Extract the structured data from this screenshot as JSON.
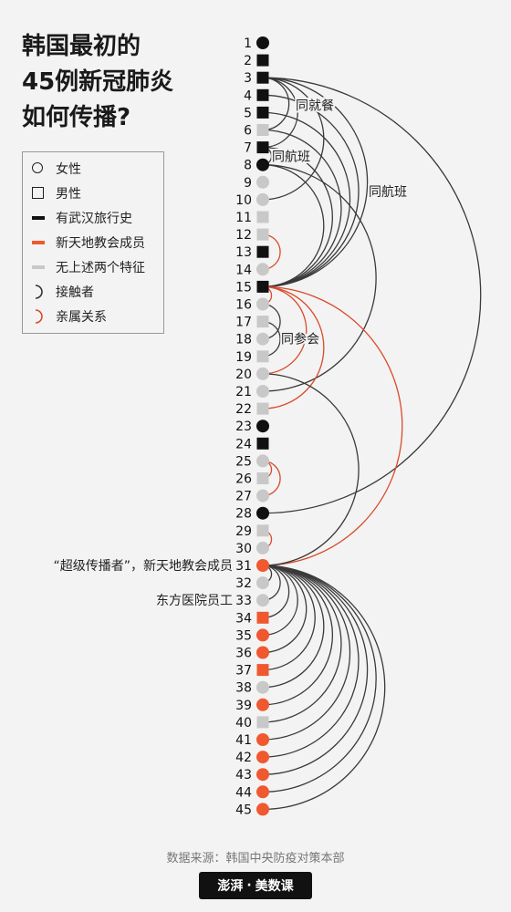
{
  "title": {
    "line1": "韩国最初的",
    "line2": "45例新冠肺炎",
    "line3": "如何传播?"
  },
  "legend": [
    {
      "symbol": "circle-outline",
      "label": "女性"
    },
    {
      "symbol": "square-outline",
      "label": "男性"
    },
    {
      "symbol": "bar",
      "color": "#111111",
      "label": "有武汉旅行史"
    },
    {
      "symbol": "bar",
      "color": "#f0582f",
      "label": "新天地教会成员"
    },
    {
      "symbol": "bar",
      "color": "#c8c8c8",
      "label": "无上述两个特征"
    },
    {
      "symbol": "arc",
      "color": "#333333",
      "label": "接触者"
    },
    {
      "symbol": "arc",
      "color": "#d94a2b",
      "label": "亲属关系"
    }
  ],
  "colors": {
    "wuhan": "#111111",
    "church": "#f0582f",
    "none": "#c8c8c8",
    "contact": "#3a3a3a",
    "family": "#d94a2b",
    "background": "#f3f3f3"
  },
  "chart_data": {
    "type": "arc-diagram",
    "cases": [
      {
        "n": 1,
        "sex": "F",
        "group": "wuhan"
      },
      {
        "n": 2,
        "sex": "M",
        "group": "wuhan"
      },
      {
        "n": 3,
        "sex": "M",
        "group": "wuhan"
      },
      {
        "n": 4,
        "sex": "M",
        "group": "wuhan"
      },
      {
        "n": 5,
        "sex": "M",
        "group": "wuhan"
      },
      {
        "n": 6,
        "sex": "M",
        "group": "none"
      },
      {
        "n": 7,
        "sex": "M",
        "group": "wuhan"
      },
      {
        "n": 8,
        "sex": "F",
        "group": "wuhan"
      },
      {
        "n": 9,
        "sex": "F",
        "group": "none"
      },
      {
        "n": 10,
        "sex": "F",
        "group": "none"
      },
      {
        "n": 11,
        "sex": "M",
        "group": "none"
      },
      {
        "n": 12,
        "sex": "M",
        "group": "none"
      },
      {
        "n": 13,
        "sex": "M",
        "group": "wuhan"
      },
      {
        "n": 14,
        "sex": "F",
        "group": "none"
      },
      {
        "n": 15,
        "sex": "M",
        "group": "wuhan"
      },
      {
        "n": 16,
        "sex": "F",
        "group": "none"
      },
      {
        "n": 17,
        "sex": "M",
        "group": "none"
      },
      {
        "n": 18,
        "sex": "F",
        "group": "none"
      },
      {
        "n": 19,
        "sex": "M",
        "group": "none"
      },
      {
        "n": 20,
        "sex": "F",
        "group": "none"
      },
      {
        "n": 21,
        "sex": "F",
        "group": "none"
      },
      {
        "n": 22,
        "sex": "M",
        "group": "none"
      },
      {
        "n": 23,
        "sex": "F",
        "group": "wuhan"
      },
      {
        "n": 24,
        "sex": "M",
        "group": "wuhan"
      },
      {
        "n": 25,
        "sex": "F",
        "group": "none"
      },
      {
        "n": 26,
        "sex": "M",
        "group": "none"
      },
      {
        "n": 27,
        "sex": "F",
        "group": "none"
      },
      {
        "n": 28,
        "sex": "F",
        "group": "wuhan"
      },
      {
        "n": 29,
        "sex": "M",
        "group": "none"
      },
      {
        "n": 30,
        "sex": "F",
        "group": "none"
      },
      {
        "n": 31,
        "sex": "F",
        "group": "church"
      },
      {
        "n": 32,
        "sex": "F",
        "group": "none"
      },
      {
        "n": 33,
        "sex": "F",
        "group": "none"
      },
      {
        "n": 34,
        "sex": "M",
        "group": "church"
      },
      {
        "n": 35,
        "sex": "F",
        "group": "church"
      },
      {
        "n": 36,
        "sex": "F",
        "group": "church"
      },
      {
        "n": 37,
        "sex": "M",
        "group": "church"
      },
      {
        "n": 38,
        "sex": "F",
        "group": "none"
      },
      {
        "n": 39,
        "sex": "F",
        "group": "church"
      },
      {
        "n": 40,
        "sex": "M",
        "group": "none"
      },
      {
        "n": 41,
        "sex": "F",
        "group": "church"
      },
      {
        "n": 42,
        "sex": "F",
        "group": "church"
      },
      {
        "n": 43,
        "sex": "F",
        "group": "church"
      },
      {
        "n": 44,
        "sex": "F",
        "group": "church"
      },
      {
        "n": 45,
        "sex": "F",
        "group": "church"
      }
    ],
    "links": [
      {
        "from": 3,
        "to": 6,
        "kind": "contact"
      },
      {
        "from": 3,
        "to": 7,
        "kind": "contact"
      },
      {
        "from": 3,
        "to": 10,
        "kind": "contact"
      },
      {
        "from": 3,
        "to": 15,
        "kind": "contact"
      },
      {
        "from": 3,
        "to": 28,
        "kind": "contact"
      },
      {
        "from": 4,
        "to": 15,
        "kind": "contact"
      },
      {
        "from": 5,
        "to": 15,
        "kind": "contact"
      },
      {
        "from": 6,
        "to": 15,
        "kind": "contact"
      },
      {
        "from": 7,
        "to": 15,
        "kind": "contact"
      },
      {
        "from": 7,
        "to": 8,
        "kind": "contact"
      },
      {
        "from": 8,
        "to": 15,
        "kind": "contact"
      },
      {
        "from": 8,
        "to": 21,
        "kind": "contact"
      },
      {
        "from": 12,
        "to": 14,
        "kind": "family"
      },
      {
        "from": 15,
        "to": 16,
        "kind": "family"
      },
      {
        "from": 15,
        "to": 20,
        "kind": "family"
      },
      {
        "from": 15,
        "to": 22,
        "kind": "family"
      },
      {
        "from": 15,
        "to": 31,
        "kind": "family"
      },
      {
        "from": 16,
        "to": 18,
        "kind": "contact"
      },
      {
        "from": 17,
        "to": 19,
        "kind": "contact"
      },
      {
        "from": 20,
        "to": 31,
        "kind": "contact"
      },
      {
        "from": 25,
        "to": 26,
        "kind": "family"
      },
      {
        "from": 25,
        "to": 27,
        "kind": "family"
      },
      {
        "from": 29,
        "to": 30,
        "kind": "family"
      },
      {
        "from": 31,
        "to": 32,
        "kind": "contact"
      },
      {
        "from": 31,
        "to": 33,
        "kind": "contact"
      },
      {
        "from": 31,
        "to": 34,
        "kind": "contact"
      },
      {
        "from": 31,
        "to": 35,
        "kind": "contact"
      },
      {
        "from": 31,
        "to": 36,
        "kind": "contact"
      },
      {
        "from": 31,
        "to": 37,
        "kind": "contact"
      },
      {
        "from": 31,
        "to": 38,
        "kind": "contact"
      },
      {
        "from": 31,
        "to": 39,
        "kind": "contact"
      },
      {
        "from": 31,
        "to": 40,
        "kind": "contact"
      },
      {
        "from": 31,
        "to": 41,
        "kind": "contact"
      },
      {
        "from": 31,
        "to": 42,
        "kind": "contact"
      },
      {
        "from": 31,
        "to": 43,
        "kind": "contact"
      },
      {
        "from": 31,
        "to": 44,
        "kind": "contact"
      },
      {
        "from": 31,
        "to": 45,
        "kind": "contact"
      }
    ],
    "annotations": [
      {
        "text": "同就餐",
        "near": 5
      },
      {
        "text": "同航班",
        "near": 8
      },
      {
        "text": "同航班",
        "near": 10
      },
      {
        "text": "同参会",
        "near": 18
      }
    ],
    "case_labels": [
      {
        "case": 31,
        "text": "“超级传播者”，新天地教会成员"
      },
      {
        "case": 33,
        "text": "东方医院员工"
      }
    ]
  },
  "source": "数据来源：韩国中央防疫对策本部",
  "logo": {
    "part1": "澎湃",
    "part2": "美数课"
  }
}
